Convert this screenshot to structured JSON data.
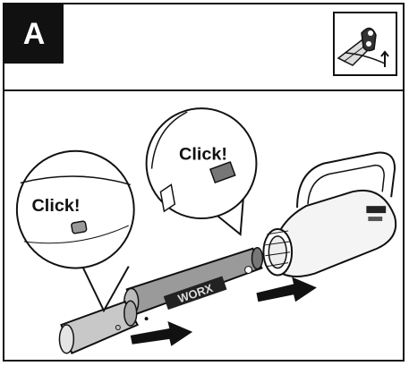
{
  "step": {
    "letter": "A"
  },
  "callouts": {
    "left_click": "Click!",
    "right_click": "Click!"
  },
  "brand": {
    "tube_logo": "WORX"
  },
  "icons": [
    "thumbnail-icon",
    "arrow-right-icon",
    "magnifier-callout-icon"
  ]
}
